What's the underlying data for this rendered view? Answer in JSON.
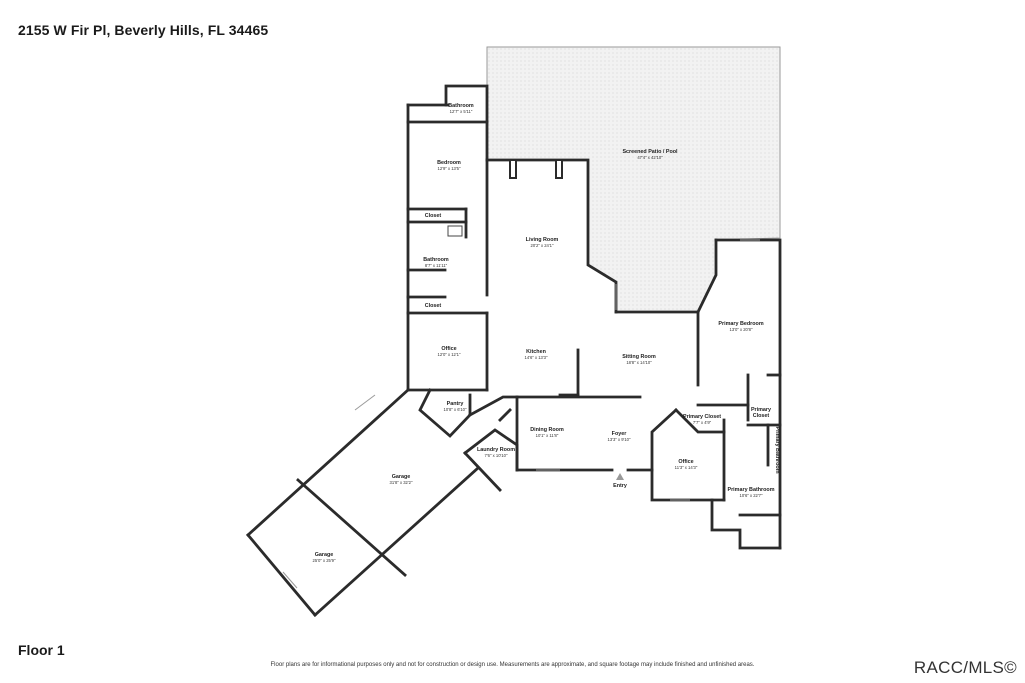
{
  "header": {
    "address": "2155 W Fir Pl, Beverly Hills, FL 34465"
  },
  "footer": {
    "floor_label": "Floor 1",
    "disclaimer": "Floor plans are for informational purposes only and not for construction or design use. Measurements are approximate, and square footage may include finished and unfinished areas.",
    "brand": "RACC/MLS©"
  },
  "rooms": {
    "bathroom_top": {
      "name": "Bathroom",
      "dims": "12'7\" x 5'11\""
    },
    "bedroom": {
      "name": "Bedroom",
      "dims": "12'9\" x 13'5\""
    },
    "closet_1": {
      "name": "Closet"
    },
    "bathroom_mid": {
      "name": "Bathroom",
      "dims": "8'7\" x 11'11\""
    },
    "closet_2": {
      "name": "Closet"
    },
    "office_left": {
      "name": "Office",
      "dims": "12'0\" x 12'1\""
    },
    "screened_patio": {
      "name": "Screened Patio / Pool",
      "dims": "47'4\" x 42'10\""
    },
    "living_room": {
      "name": "Living Room",
      "dims": "20'2\" x 24'1\""
    },
    "kitchen": {
      "name": "Kitchen",
      "dims": "14'6\" x 13'3\""
    },
    "sitting_room": {
      "name": "Sitting Room",
      "dims": "18'8\" x 14'10\""
    },
    "primary_bedroom": {
      "name": "Primary Bedroom",
      "dims": "13'0\" x 20'8\""
    },
    "pantry": {
      "name": "Pantry",
      "dims": "10'8\" x 6'10\""
    },
    "dining_room": {
      "name": "Dining Room",
      "dims": "10'1\" x 11'8\""
    },
    "foyer": {
      "name": "Foyer",
      "dims": "13'3\" x 9'10\""
    },
    "primary_closet_1": {
      "name": "Primary Closet",
      "dims": "7'7\" x 4'9\""
    },
    "primary_closet_2": {
      "name": "Primary Closet"
    },
    "primary_bathroom_vertical": {
      "name": "Primary Bathroom"
    },
    "laundry_room": {
      "name": "Laundry Room",
      "dims": "7'6\" x 10'10\""
    },
    "office_right": {
      "name": "Office",
      "dims": "11'3\" x 14'3\""
    },
    "primary_bathroom": {
      "name": "Primary Bathroom",
      "dims": "10'6\" x 22'7\""
    },
    "garage_1": {
      "name": "Garage",
      "dims": "31'8\" x 32'2\""
    },
    "garage_2": {
      "name": "Garage",
      "dims": "25'0\" x 25'9\""
    },
    "entry": {
      "name": "Entry"
    }
  }
}
